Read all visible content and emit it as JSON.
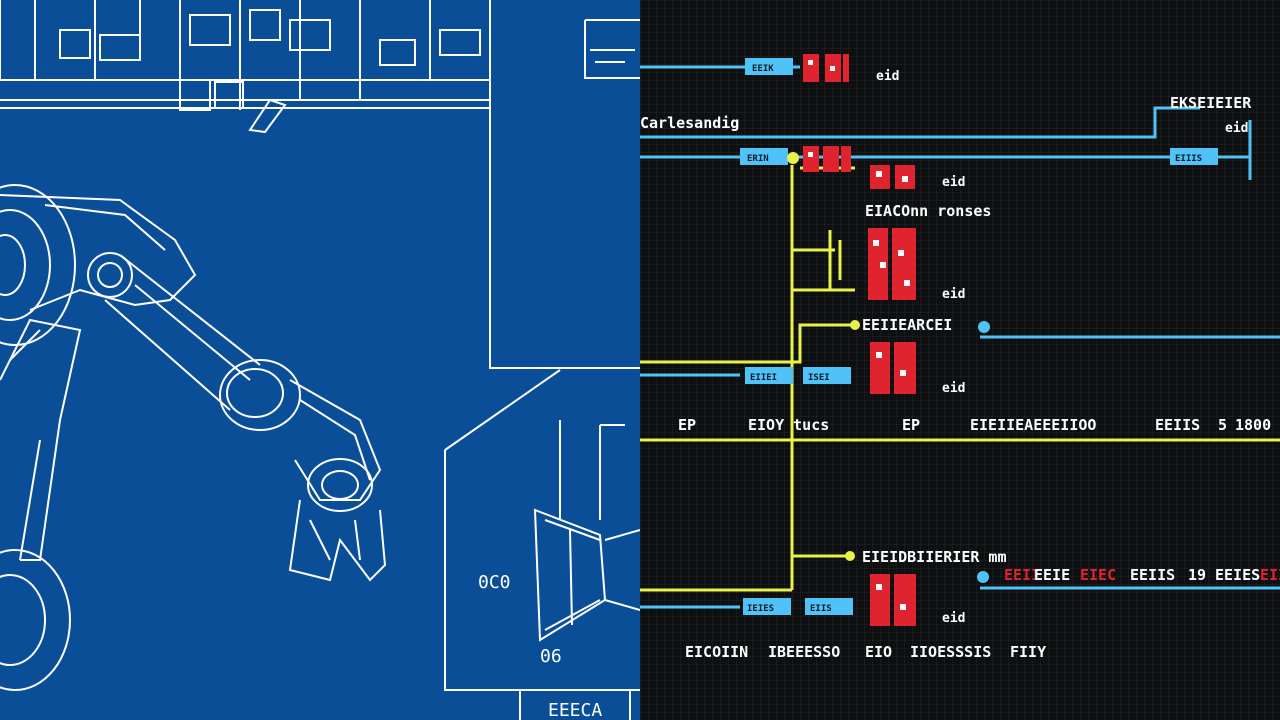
{
  "colors": {
    "blueprint_bg": "#0b4e98",
    "blueprint_line": "#ffffff",
    "ladder_bg": "#0d0f10",
    "rail_cyan": "#4fc3f7",
    "rail_yellow": "#e9f24a",
    "contact_red": "#e0242f",
    "text_white": "#ffffff"
  },
  "blueprint": {
    "dim_labels": [
      "0C0",
      "06"
    ],
    "bottom_tag": "EEECA"
  },
  "ladder": {
    "rung_tags": [
      "EEIK",
      "ERIN",
      "EIIIS",
      "EIIEI",
      "ISEI",
      "IEIES",
      "EIIS"
    ],
    "labels": {
      "top_right": "EKSEIEIER",
      "left": "Carlesandig",
      "middle_1": "EIACOnn ronses",
      "middle_2": "EEIIEARCEI",
      "bottom": "EIEIDBIIERIER mm"
    },
    "coil_labels": [
      "eid",
      "eid",
      "eid",
      "eid",
      "eid",
      "eid"
    ],
    "status_line_1": [
      {
        "text": "EP",
        "color": "#ffffff"
      },
      {
        "text": "EIOY tucs",
        "color": "#ffffff"
      },
      {
        "text": "EP",
        "color": "#ffffff"
      },
      {
        "text": "EIEIIEAEEEIIOO",
        "color": "#ffffff"
      },
      {
        "text": "EEIIS",
        "color": "#ffffff"
      },
      {
        "text": "5",
        "color": "#ffffff"
      },
      {
        "text": "1800",
        "color": "#ffffff"
      }
    ],
    "status_line_2": [
      {
        "text": "EEII",
        "color": "#e0242f"
      },
      {
        "text": "EEIE",
        "color": "#ffffff"
      },
      {
        "text": "EIEC",
        "color": "#e0242f"
      },
      {
        "text": "EEIIS",
        "color": "#ffffff"
      },
      {
        "text": "19",
        "color": "#ffffff"
      },
      {
        "text": "EEIES",
        "color": "#ffffff"
      },
      {
        "text": "EIIS",
        "color": "#e0242f"
      }
    ],
    "status_line_3": [
      {
        "text": "EICOIIN",
        "color": "#ffffff"
      },
      {
        "text": "IBEEESSO",
        "color": "#ffffff"
      },
      {
        "text": "EIO",
        "color": "#ffffff"
      },
      {
        "text": "IIOESSSIS",
        "color": "#ffffff"
      },
      {
        "text": "FIIY",
        "color": "#ffffff"
      }
    ]
  }
}
